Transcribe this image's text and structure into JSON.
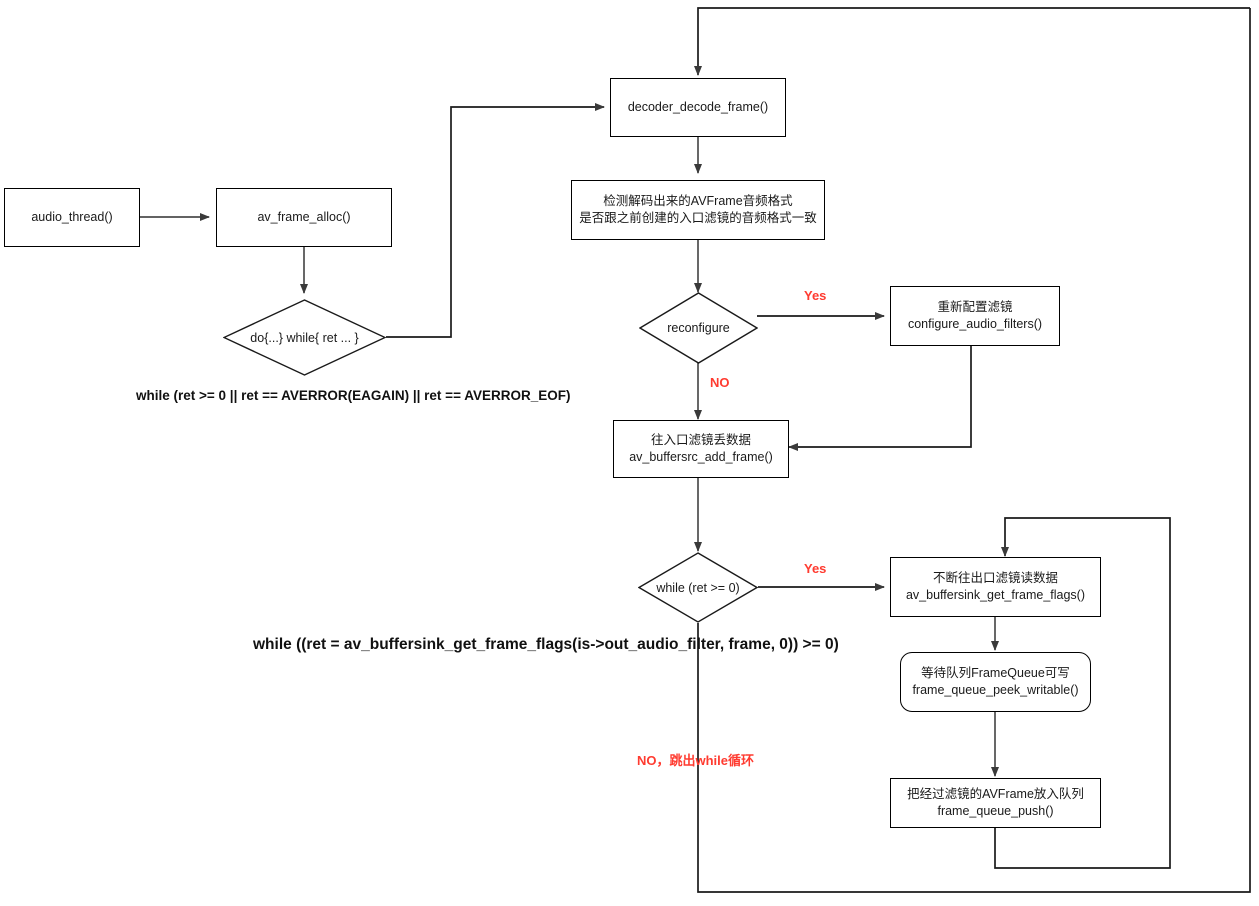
{
  "diagram": {
    "title": "ffplay audio_thread flowchart",
    "colors": {
      "line": "#4d4d4d",
      "node_border": "#000000",
      "label_red": "#ff3b30",
      "text": "#1a1a1a"
    },
    "nodes": [
      {
        "id": "audio_thread",
        "shape": "rect",
        "line1": "audio_thread()",
        "line2": ""
      },
      {
        "id": "av_frame_alloc",
        "shape": "rect",
        "line1": "av_frame_alloc()",
        "line2": ""
      },
      {
        "id": "do_while",
        "shape": "diamond",
        "line1": "do{...} while{ ret ... }",
        "line2": ""
      },
      {
        "id": "decoder_decode",
        "shape": "rect",
        "line1": "decoder_decode_frame()",
        "line2": ""
      },
      {
        "id": "check_format",
        "shape": "rect",
        "line1": "检测解码出来的AVFrame音频格式",
        "line2": "是否跟之前创建的入口滤镜的音频格式一致"
      },
      {
        "id": "reconfigure",
        "shape": "diamond",
        "line1": "reconfigure",
        "line2": ""
      },
      {
        "id": "configure_filters",
        "shape": "rect",
        "line1": "重新配置滤镜",
        "line2": "configure_audio_filters()"
      },
      {
        "id": "buffersrc_add",
        "shape": "rect",
        "line1": "往入口滤镜丢数据",
        "line2": "av_buffersrc_add_frame()"
      },
      {
        "id": "while_ret",
        "shape": "diamond",
        "line1": "while (ret  >= 0)",
        "line2": ""
      },
      {
        "id": "buffersink_get",
        "shape": "rect",
        "line1": "不断往出口滤镜读数据",
        "line2": "av_buffersink_get_frame_flags()"
      },
      {
        "id": "peek_writable",
        "shape": "rounded",
        "line1": "等待队列FrameQueue可写",
        "line2": "frame_queue_peek_writable()"
      },
      {
        "id": "queue_push",
        "shape": "rect",
        "line1": "把经过滤镜的AVFrame放入队列",
        "line2": "frame_queue_push()"
      }
    ],
    "edge_labels": [
      {
        "id": "reconfigure_yes",
        "text": "Yes"
      },
      {
        "id": "reconfigure_no",
        "text": "NO"
      },
      {
        "id": "while_yes",
        "text": "Yes"
      },
      {
        "id": "while_no",
        "text": "NO，跳出while循环"
      }
    ],
    "notes": [
      {
        "id": "note_do_while",
        "text": "while (ret >= 0 || ret == AVERROR(EAGAIN) || ret == AVERROR_EOF)"
      },
      {
        "id": "note_buffersink",
        "text": "while ((ret = av_buffersink_get_frame_flags(is->out_audio_filter, frame, 0)) >= 0)"
      }
    ]
  }
}
